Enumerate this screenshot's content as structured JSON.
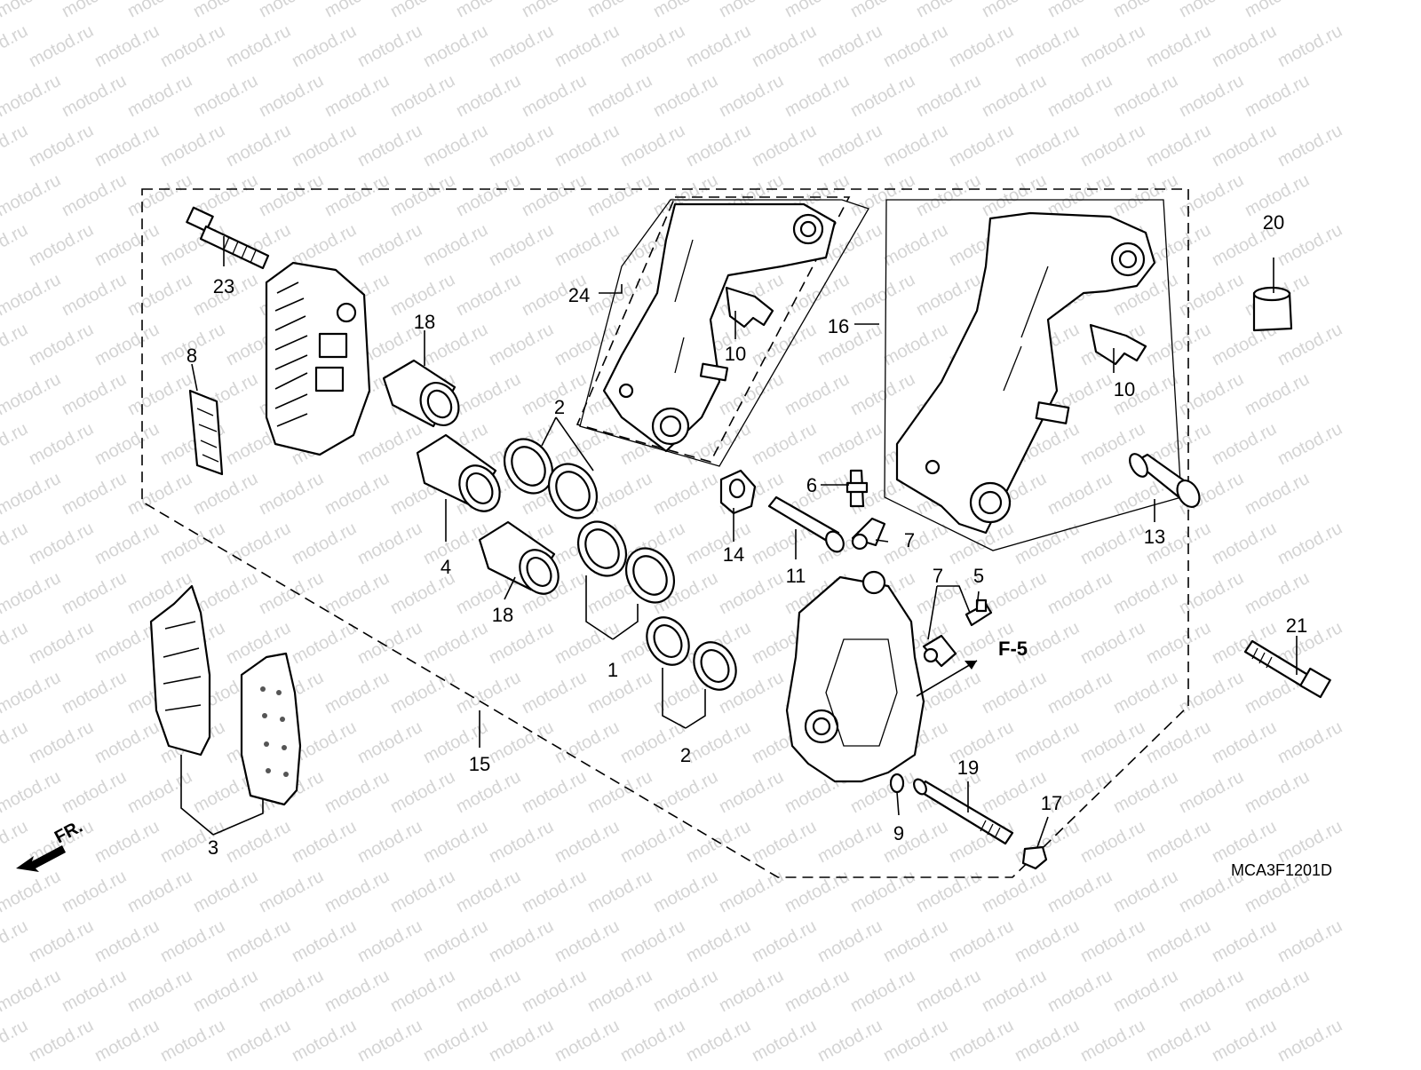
{
  "watermark": "motod.ru",
  "diagram_code": "MCA3F1201D",
  "direction_label": "FR.",
  "reference_label": "F-5",
  "callouts": {
    "p1": "1",
    "p2a": "2",
    "p2b": "2",
    "p3": "3",
    "p4": "4",
    "p5": "5",
    "p6": "6",
    "p7a": "7",
    "p7b": "7",
    "p8": "8",
    "p9": "9",
    "p10a": "10",
    "p10b": "10",
    "p11": "11",
    "p13": "13",
    "p14": "14",
    "p15": "15",
    "p16": "16",
    "p17": "17",
    "p18a": "18",
    "p18b": "18",
    "p19": "19",
    "p20": "20",
    "p21": "21",
    "p23": "23",
    "p24": "24"
  },
  "colors": {
    "line": "#000000",
    "watermark": "#d4d4d4",
    "background": "#ffffff"
  }
}
